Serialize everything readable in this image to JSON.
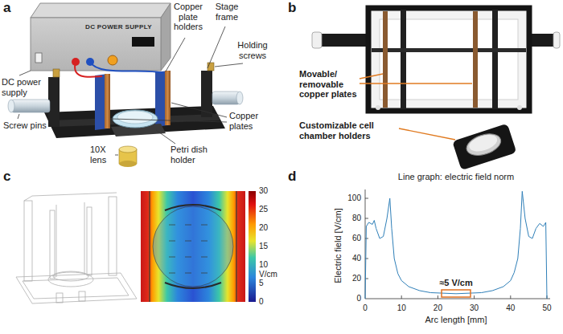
{
  "diagram": {
    "nodes": [
      {
        "text": [
          "DC POWER SUPPLY"
        ]
      }
    ],
    "labels": [
      "a",
      "b",
      "c",
      "d",
      "DC power supply",
      "Copper plate holders",
      "Stage frame",
      "Holding screws",
      "Screw pins",
      "Copper plates",
      "Petri dish holder",
      "10X lens",
      "Movable/ removable copper plates",
      "Customizable cell chamber holders",
      "30",
      "25",
      "20",
      "15",
      "10",
      "V/cm",
      "5",
      "0",
      "Line graph: electric field norm",
      "Electric field [V/cm]",
      "100",
      "80",
      "60",
      "40",
      "20",
      "0",
      "0",
      "10",
      "20",
      "30",
      "40",
      "50",
      "Arc length [mm]",
      "≈5 V/cm"
    ]
  }
}
